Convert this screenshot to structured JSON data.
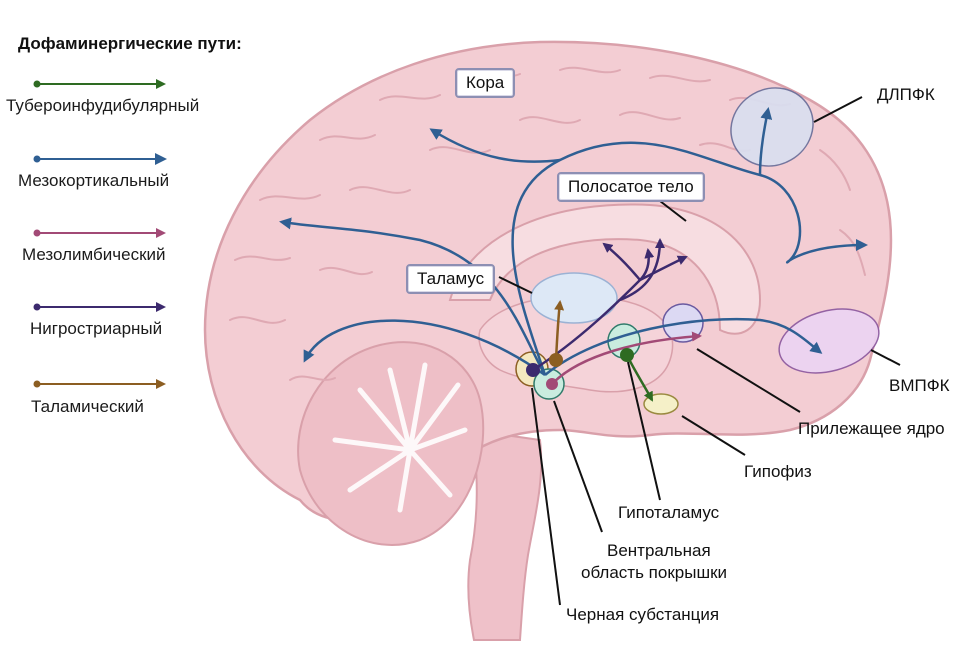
{
  "legend": {
    "title": "Дофаминергические пути:",
    "items": [
      {
        "label": "Тубероинфудибулярный",
        "color": "#2e6b22"
      },
      {
        "label": "Мезокортикальный",
        "color": "#2f5f93"
      },
      {
        "label": "Мезолимбический",
        "color": "#a24a76"
      },
      {
        "label": "Нигростриарный",
        "color": "#3c2a6e"
      },
      {
        "label": "Таламический",
        "color": "#8c5e22"
      }
    ]
  },
  "regions": {
    "cortex": "Кора",
    "striatum": "Полосатое тело",
    "thalamus": "Таламус",
    "dlpfc": "ДЛПФК",
    "vmpfc": "ВМПФК",
    "nucleus_accumbens": "Прилежащее ядро",
    "pituitary": "Гипофиз",
    "hypothalamus": "Гипоталамус",
    "vta_line1": "Вентральная",
    "vta_line2": "область покрышки",
    "substantia_nigra": "Черная субстанция"
  },
  "colors": {
    "brain_fill": "#f3cdd3",
    "brain_outline": "#d9a0aa",
    "brain_fold": "#dfa9b3",
    "dlpfc_fill": "#d9dff0",
    "vmpfc_fill": "#ecd4f3",
    "thalamus_fill": "#dde8f6",
    "pituitary_fill": "#f5f0c8",
    "vta_fill": "#c9ecdf",
    "sn_fill": "#f4e8c0"
  }
}
